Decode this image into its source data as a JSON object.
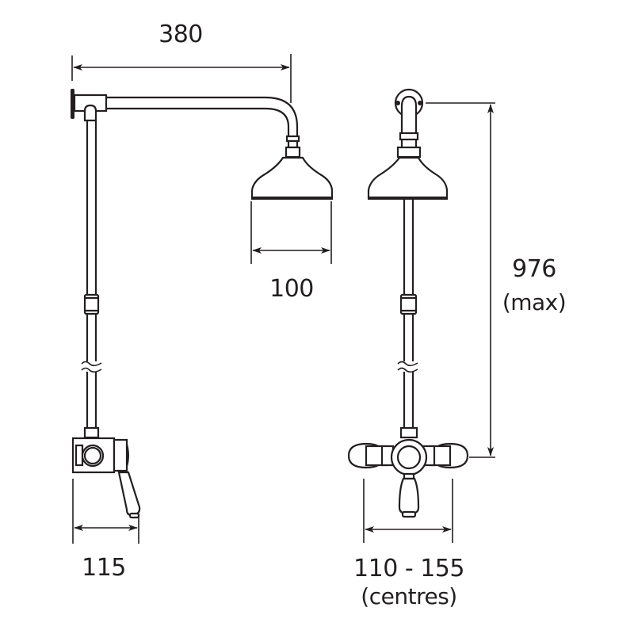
{
  "diagram": {
    "title": "Exposed thermostatic shower valve with rigid riser and fixed head - dimensions",
    "units": "mm",
    "colors": {
      "line": "#231f20",
      "background": "#ffffff"
    },
    "views": [
      {
        "name": "side-view",
        "components": [
          "wall-bracket",
          "shower-arm",
          "shower-head",
          "riser-rail",
          "riser-joint",
          "break-mark",
          "valve-body",
          "lever-handle"
        ]
      },
      {
        "name": "front-view",
        "components": [
          "wall-bracket",
          "shower-arm",
          "shower-head",
          "riser-rail",
          "riser-joint",
          "break-mark",
          "valve-body",
          "wall-connectors",
          "lever-handle"
        ]
      }
    ],
    "dimensions": {
      "arm_projection": {
        "value": "380",
        "label": "380"
      },
      "head_diameter": {
        "value": "100",
        "label": "100"
      },
      "overall_height": {
        "value": "976",
        "label": "976",
        "note": "(max)"
      },
      "valve_projection": {
        "value": "115",
        "label": "115"
      },
      "valve_centres": {
        "value": "110 - 155",
        "label": "110 - 155",
        "note": "(centres)"
      }
    }
  }
}
